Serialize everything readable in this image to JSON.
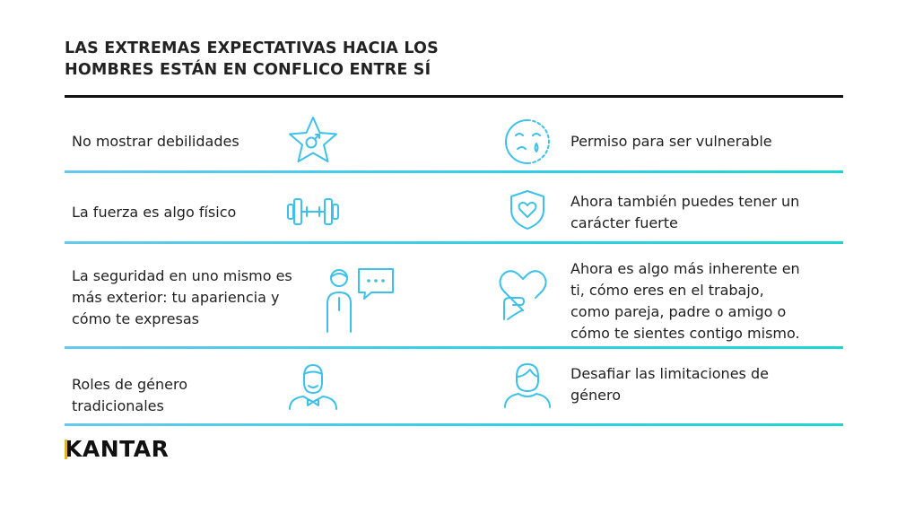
{
  "title": {
    "line1": "LAS EXTREMAS EXPECTATIVAS HACIA LOS",
    "line2": "HOMBRES ESTÁN EN CONFLICO ENTRE SÍ"
  },
  "rows": [
    {
      "left": {
        "lines": [
          "No mostrar debilidades"
        ],
        "icon": "star-male-icon"
      },
      "right": {
        "lines": [
          "Permiso para ser vulnerable"
        ],
        "icon": "crying-face-icon"
      }
    },
    {
      "left": {
        "lines": [
          "La fuerza es algo físico"
        ],
        "icon": "dumbbell-icon"
      },
      "right": {
        "lines": [
          "Ahora también puedes tener un",
          "carácter fuerte"
        ],
        "icon": "shield-heart-icon"
      }
    },
    {
      "left": {
        "lines": [
          "La seguridad en uno mismo es",
          "más exterior: tu apariencia y",
          "cómo te expresas"
        ],
        "icon": "person-speech-icon"
      },
      "right": {
        "lines": [
          "Ahora es algo más inherente en",
          "ti, cómo eres en el trabajo,",
          "como pareja, padre o amigo o",
          "cómo te sientes contigo mismo."
        ],
        "icon": "hand-heart-icon"
      }
    },
    {
      "left": {
        "lines": [
          "Roles de género",
          "tradicionales"
        ],
        "icon": "man-bowtie-icon"
      },
      "right": {
        "lines": [
          "Desafiar las limitaciones de",
          "género"
        ],
        "icon": "person-portrait-icon"
      }
    }
  ],
  "brand": {
    "logo": "KANTAR",
    "accent_color": "#e0b62a"
  },
  "colors": {
    "icon": "#3dc1ea",
    "divider_start": "#66c8ee",
    "divider_end": "#1fd4d0",
    "title_rule": "#111111"
  }
}
